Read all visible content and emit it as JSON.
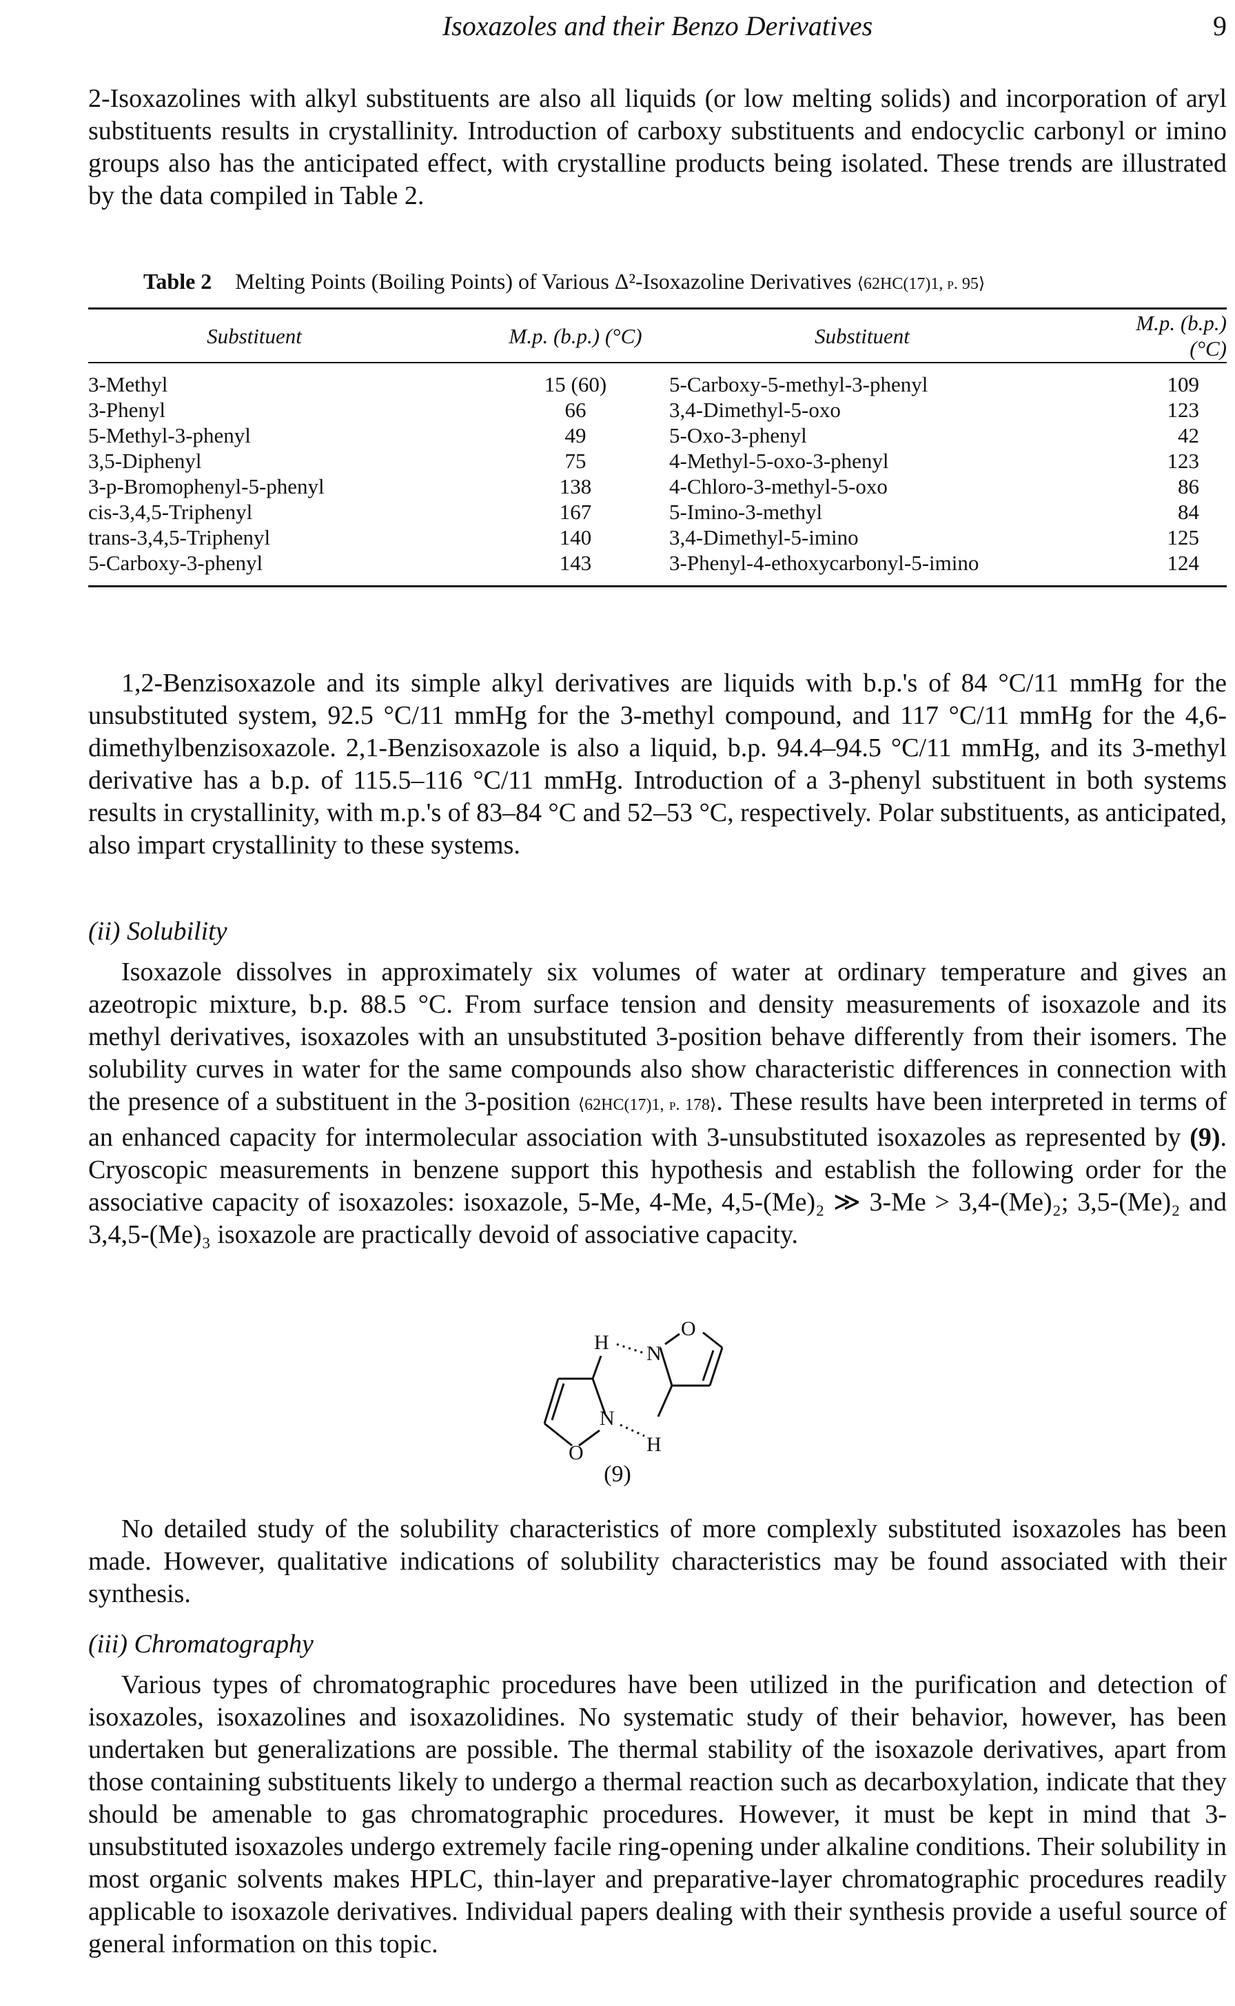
{
  "running_head": {
    "title": "Isoxazoles and their Benzo Derivatives",
    "page_number": "9"
  },
  "intro_paragraph": "2-Isoxazolines with alkyl substituents are also all liquids (or low melting solids) and incorporation of aryl substituents results in crystallinity. Introduction of carboxy substituents and endocyclic carbonyl or imino groups also has the anticipated effect, with crystalline products being isolated. These trends are illustrated by the data compiled in Table 2.",
  "table": {
    "label": "Table 2",
    "caption": "Melting Points (Boiling Points) of Various Δ²-Isoxazoline Derivatives",
    "reference": "⟨62HC(17)1, p. 95⟩",
    "headers": [
      "Substituent",
      "M.p. (b.p.) (°C)",
      "Substituent",
      "M.p. (b.p.) (°C)"
    ],
    "rows": [
      [
        "3-Methyl",
        "15 (60)",
        "5-Carboxy-5-methyl-3-phenyl",
        "109"
      ],
      [
        "3-Phenyl",
        "66",
        "3,4-Dimethyl-5-oxo",
        "123"
      ],
      [
        "5-Methyl-3-phenyl",
        "49",
        "5-Oxo-3-phenyl",
        "42"
      ],
      [
        "3,5-Diphenyl",
        "75",
        "4-Methyl-5-oxo-3-phenyl",
        "123"
      ],
      [
        "3-p-Bromophenyl-5-phenyl",
        "138",
        "4-Chloro-3-methyl-5-oxo",
        "86"
      ],
      [
        "cis-3,4,5-Triphenyl",
        "167",
        "5-Imino-3-methyl",
        "84"
      ],
      [
        "trans-3,4,5-Triphenyl",
        "140",
        "3,4-Dimethyl-5-imino",
        "125"
      ],
      [
        "5-Carboxy-3-phenyl",
        "143",
        "3-Phenyl-4-ethoxycarbonyl-5-imino",
        "124"
      ]
    ]
  },
  "benzisoxazole_paragraph": "1,2-Benzisoxazole and its simple alkyl derivatives are liquids with b.p.'s of 84 °C/11 mmHg for the unsubstituted system, 92.5 °C/11 mmHg for the 3-methyl compound, and 117 °C/11 mmHg for the 4,6-dimethylbenzisoxazole. 2,1-Benzisoxazole is also a liquid, b.p. 94.4–94.5 °C/11 mmHg, and its 3-methyl derivative has a b.p. of 115.5–116 °C/11 mmHg. Introduction of a 3-phenyl substituent in both systems results in crystallinity, with m.p.'s of 83–84 °C and 52–53 °C, respectively. Polar substituents, as anticipated, also impart crystallinity to these systems.",
  "solubility": {
    "number": "(ii)",
    "title": "Solubility",
    "paragraph_1a": "Isoxazole dissolves in approximately six volumes of water at ordinary temperature and gives an azeotropic mixture, b.p. 88.5 °C. From surface tension and density measurements of isoxazole and its methyl derivatives, isoxazoles with an unsubstituted 3-position behave differently from their isomers. The solubility curves in water for the same compounds also show characteristic differences in connection with the presence of a substituent in the 3-position",
    "reference": "⟨62HC(17)1, p. 178⟩",
    "paragraph_1b": ". These results have been interpreted in terms of an enhanced capacity for intermolecular association with 3-unsubstituted isoxazoles as represented by",
    "compound_ref": "(9)",
    "paragraph_1c": ". Cryoscopic measurements in benzene support this hypothesis and establish the following order for the associative capacity of isoxazoles: isoxazole, 5-Me, 4-Me, 4,5-(Me)₂ ≫ 3-Me > 3,4-(Me)₂; 3,5-(Me)₂ and 3,4,5-(Me)₃ isoxazole are practically devoid of associative capacity.",
    "paragraph_2": "No detailed study of the solubility characteristics of more complexly substituted isoxazoles has been made. However, qualitative indications of solubility characteristics may be found associated with their synthesis."
  },
  "figure": {
    "label": "(9)",
    "atoms": {
      "h_top": "H",
      "n_top": "N",
      "o_top": "O",
      "n_bottom": "N",
      "o_bottom": "O",
      "h_bottom": "H"
    }
  },
  "chromatography": {
    "number": "(iii)",
    "title": "Chromatography",
    "paragraph": "Various types of chromatographic procedures have been utilized in the purification and detection of isoxazoles, isoxazolines and isoxazolidines. No systematic study of their behavior, however, has been undertaken but generalizations are possible. The thermal stability of the isoxazole derivatives, apart from those containing substituents likely to undergo a thermal reaction such as decarboxylation, indicate that they should be amenable to gas chromatographic procedures. However, it must be kept in mind that 3-unsubstituted isoxazoles undergo extremely facile ring-opening under alkaline conditions. Their solubility in most organic solvents makes HPLC, thin-layer and preparative-layer chromatographic procedures readily applicable to isoxazole derivatives. Individual papers dealing with their synthesis provide a useful source of general information on this topic."
  }
}
